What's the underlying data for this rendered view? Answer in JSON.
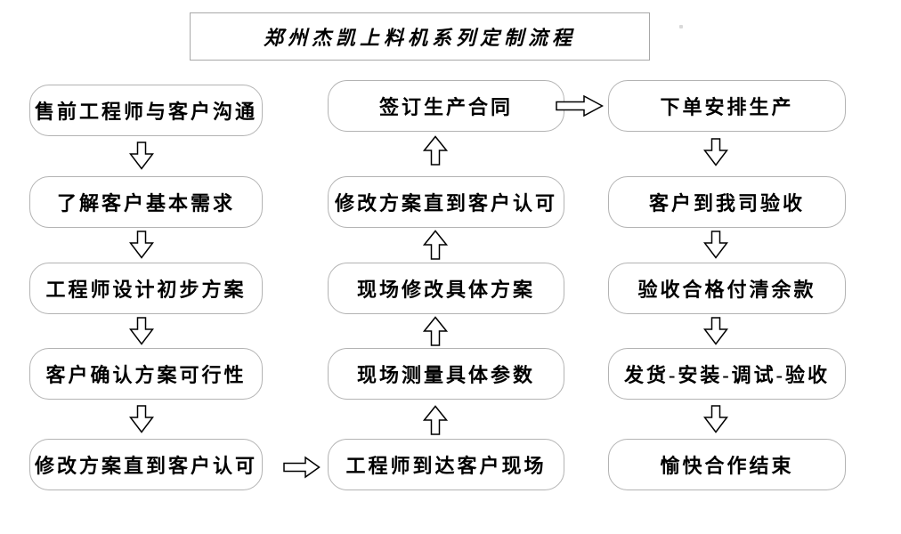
{
  "title": "郑州杰凯上料机系列定制流程",
  "diagram": {
    "type": "flowchart",
    "columns": [
      {
        "id": "left",
        "flow_direction": "down",
        "steps": [
          "售前工程师与客户沟通",
          "了解客户基本需求",
          "工程师设计初步方案",
          "客户确认方案可行性",
          "修改方案直到客户认可"
        ]
      },
      {
        "id": "middle",
        "flow_direction": "up",
        "steps": [
          "签订生产合同",
          "修改方案直到客户认可",
          "现场修改具体方案",
          "现场测量具体参数",
          "工程师到达客户现场"
        ]
      },
      {
        "id": "right",
        "flow_direction": "down",
        "steps": [
          "下单安排生产",
          "客户到我司验收",
          "验收合格付清余款",
          "发货-安装-调试-验收",
          "愉快合作结束"
        ]
      }
    ],
    "connectors": [
      {
        "from": "修改方案直到客户认可 (left, bottom)",
        "to": "工程师到达客户现场 (middle, bottom)",
        "direction": "right"
      },
      {
        "from": "签订生产合同 (middle, top)",
        "to": "下单安排生产 (right, top)",
        "direction": "right"
      }
    ]
  },
  "icons": {
    "arrow_down": "hollow-block-arrow-down",
    "arrow_up": "hollow-block-arrow-up",
    "arrow_right": "hollow-block-arrow-right"
  },
  "colors": {
    "background": "#ffffff",
    "box_border": "#b3b3b3",
    "title_border": "#a8a8a8",
    "text": "#000000",
    "arrow_outline": "#000000",
    "arrow_fill": "#ffffff"
  }
}
